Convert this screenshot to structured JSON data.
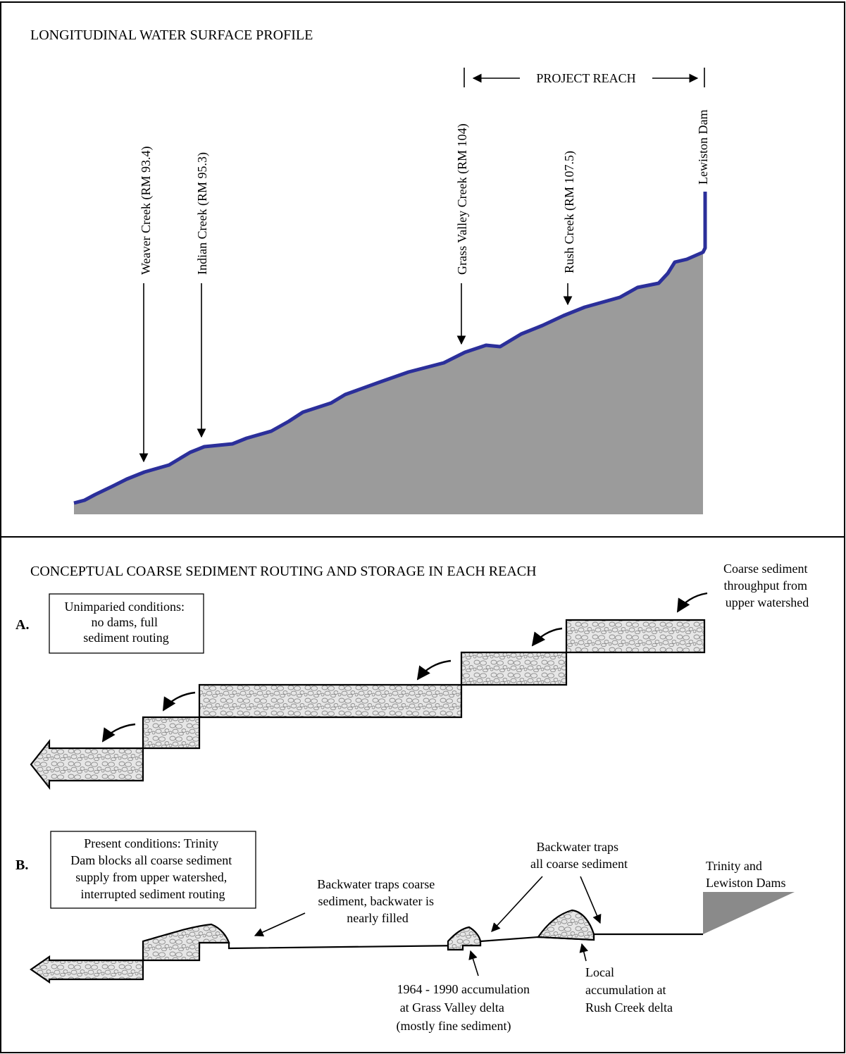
{
  "top_panel": {
    "title": "LONGITUDINAL WATER SURFACE PROFILE",
    "project_reach_label": "PROJECT REACH",
    "markers": [
      {
        "label": "Weaver Creek (RM 93.4)"
      },
      {
        "label": "Indian Creek (RM 95.3)"
      },
      {
        "label": "Grass Valley Creek (RM 104)"
      },
      {
        "label": "Rush Creek (RM 107.5)"
      },
      {
        "label": "Lewiston Dam"
      }
    ]
  },
  "bottom_panel": {
    "title": "CONCEPTUAL COARSE SEDIMENT ROUTING AND STORAGE IN EACH REACH",
    "panel_a": {
      "letter": "A.",
      "box_lines": [
        "Unimparied conditions:",
        "no dams, full",
        "sediment routing"
      ],
      "upstream_note_lines": [
        "Coarse sediment",
        "throughput from",
        "upper watershed"
      ]
    },
    "panel_b": {
      "letter": "B.",
      "box_lines": [
        "Present conditions: Trinity",
        "Dam blocks all coarse sediment",
        "supply from upper watershed,",
        "interrupted sediment routing"
      ],
      "note_backwater_filled_lines": [
        "Backwater traps coarse",
        "sediment, backwater is",
        "nearly filled"
      ],
      "note_backwater_all_lines": [
        "Backwater traps",
        "all coarse sediment"
      ],
      "note_dams_lines": [
        "Trinity and",
        "Lewiston Dams"
      ],
      "note_grass_valley_lines": [
        "1964 - 1990 accumulation",
        "at Grass Valley delta",
        "(mostly fine sediment)"
      ],
      "note_rush_creek_lines": [
        "Local",
        "accumulation at",
        "Rush Creek delta"
      ]
    }
  },
  "colors": {
    "water_surface": "#2b2f9a",
    "ground_fill": "#9b9b9b",
    "dam_fill": "#8a8a8a",
    "sediment_fill": "#e6e6e6",
    "sediment_stroke": "#8c8c8c"
  }
}
